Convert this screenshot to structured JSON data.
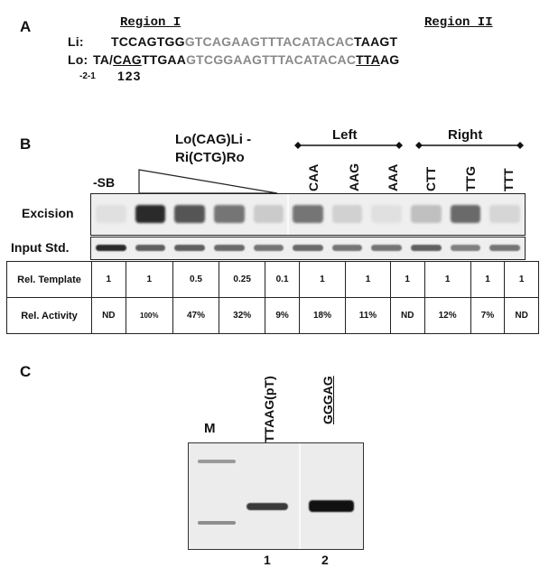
{
  "panelA": {
    "letter": "A",
    "region1": "Region I",
    "region2": "Region II",
    "li": {
      "label": "Li:",
      "seg1": "TCCAGTGG",
      "seg2": "GTCAGAAGTTTACATACAC",
      "seg3": "TAAGT"
    },
    "lo": {
      "label": "Lo:",
      "seg1a": "TA/",
      "seg1b": "CAG",
      "seg1c": "TTGAA",
      "seg2": "GTCGGAAGTTTACATACAC",
      "seg3a": "TTA",
      "seg3b": "AG"
    },
    "positions": "-2-1",
    "numbers": "123"
  },
  "panelB": {
    "letter": "B",
    "title_line1": "Lo(CAG)Li -",
    "title_line2": "Ri(CTG)Ro",
    "left_group": "Left",
    "right_group": "Right",
    "minus_sb": "-SB",
    "lane_labels": {
      "caa": "CAA",
      "aag": "AAG",
      "aaa": "AAA",
      "ctt": "CTT",
      "ttg": "TTG",
      "ttt": "TTT"
    },
    "row_excision": "Excision",
    "row_input": "Input Std.",
    "row_template": "Rel. Template",
    "row_activity": "Rel. Activity",
    "template_values": [
      "1",
      "1",
      "0.5",
      "0.25",
      "0.1",
      "1",
      "1",
      "1",
      "1",
      "1",
      "1"
    ],
    "activity_values": [
      "ND",
      "100%",
      "47%",
      "32%",
      "9%",
      "18%",
      "11%",
      "ND",
      "12%",
      "7%",
      "ND"
    ],
    "excision_intensity": [
      0.05,
      0.9,
      0.7,
      0.55,
      0.15,
      0.55,
      0.12,
      0.05,
      0.2,
      0.6,
      0.1
    ],
    "input_intensity": [
      0.9,
      0.65,
      0.65,
      0.6,
      0.55,
      0.6,
      0.55,
      0.55,
      0.65,
      0.5,
      0.55
    ]
  },
  "panelC": {
    "letter": "C",
    "marker": "M",
    "lane1_label": "TTAAG(pT)",
    "lane2_label": "GGGAG",
    "lane1_num": "1",
    "lane2_num": "2"
  }
}
